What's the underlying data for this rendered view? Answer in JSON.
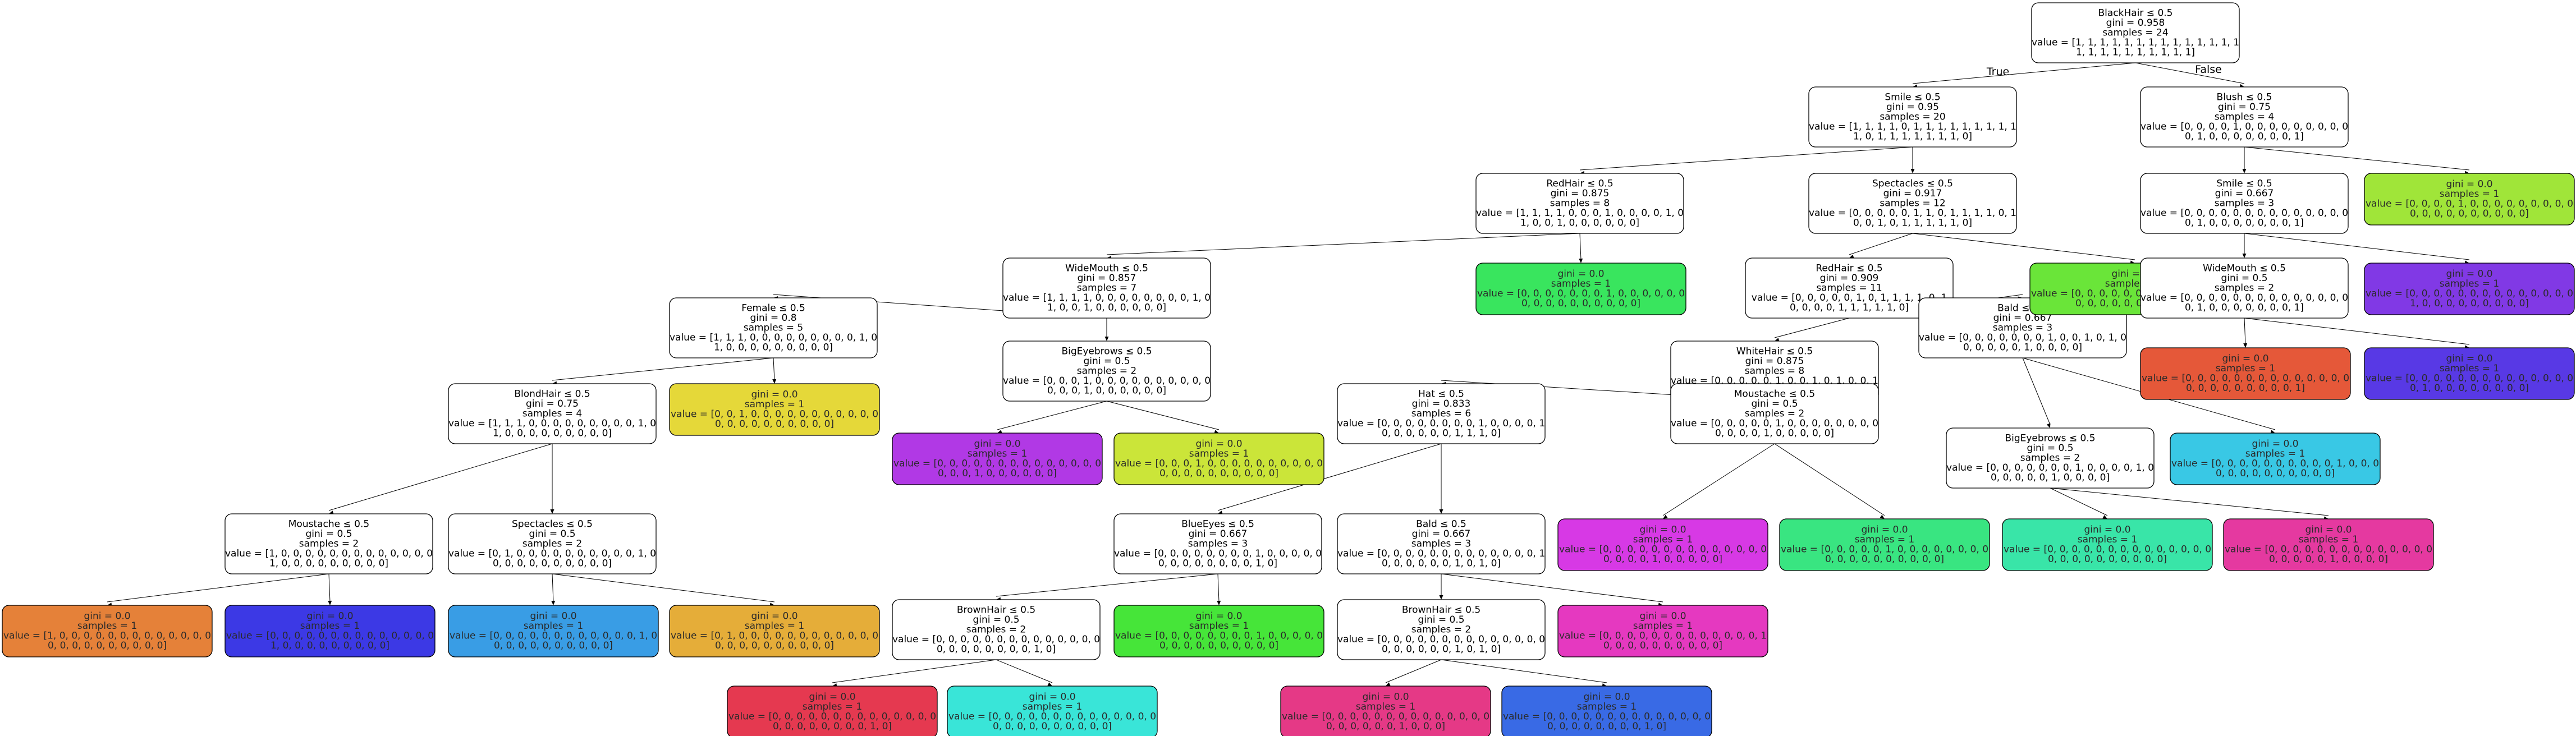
{
  "edge_labels": {
    "true_label": "True",
    "false_label": "False"
  },
  "nodes": [
    {
      "id": "n0",
      "parent": null,
      "leaf": false,
      "lines": [
        "BlackHair ≤ 0.5",
        "gini = 0.958",
        "samples = 24",
        "value = [1, 1, 1, 1, 1, 1, 1, 1, 1, 1, 1, 1, 1, 1",
        "1, 1, 1, 1, 1, 1, 1, 1, 1, 1]"
      ],
      "color": "#ffffff"
    },
    {
      "id": "n1",
      "parent": "n0",
      "leaf": false,
      "lines": [
        "Smile ≤ 0.5",
        "gini = 0.95",
        "samples = 20",
        "value = [1, 1, 1, 1, 0, 1, 1, 1, 1, 1, 1, 1, 1, 1",
        "1, 0, 1, 1, 1, 1, 1, 1, 1, 0]"
      ],
      "color": "#ffffff"
    },
    {
      "id": "n2",
      "parent": "n1",
      "leaf": false,
      "lines": [
        "RedHair ≤ 0.5",
        "gini = 0.875",
        "samples = 8",
        "value = [1, 1, 1, 1, 0, 0, 0, 1, 0, 0, 0, 0, 1, 0",
        "1, 0, 0, 1, 0, 0, 0, 0, 0, 0]"
      ],
      "color": "#ffffff"
    },
    {
      "id": "n3",
      "parent": "n2",
      "leaf": false,
      "lines": [
        "WideMouth ≤ 0.5",
        "gini = 0.857",
        "samples = 7",
        "value = [1, 1, 1, 1, 0, 0, 0, 0, 0, 0, 0, 0, 1, 0",
        "1, 0, 0, 1, 0, 0, 0, 0, 0, 0]"
      ],
      "color": "#ffffff"
    },
    {
      "id": "n4",
      "parent": "n3",
      "leaf": false,
      "lines": [
        "Female ≤ 0.5",
        "gini = 0.8",
        "samples = 5",
        "value = [1, 1, 1, 0, 0, 0, 0, 0, 0, 0, 0, 0, 1, 0",
        "1, 0, 0, 0, 0, 0, 0, 0, 0, 0]"
      ],
      "color": "#ffffff"
    },
    {
      "id": "n5",
      "parent": "n4",
      "leaf": false,
      "lines": [
        "BlondHair ≤ 0.5",
        "gini = 0.75",
        "samples = 4",
        "value = [1, 1, 1, 0, 0, 0, 0, 0, 0, 0, 0, 0, 1, 0",
        "1, 0, 0, 0, 0, 0, 0, 0, 0, 0]"
      ],
      "color": "#ffffff"
    },
    {
      "id": "n6",
      "parent": "n5",
      "leaf": false,
      "lines": [
        "Moustache ≤ 0.5",
        "gini = 0.5",
        "samples = 2",
        "value = [1, 0, 0, 0, 0, 0, 0, 0, 0, 0, 0, 0, 0, 0",
        "1, 0, 0, 0, 0, 0, 0, 0, 0, 0]"
      ],
      "color": "#ffffff"
    },
    {
      "id": "n7",
      "parent": "n6",
      "leaf": true,
      "lines": [
        "gini = 0.0",
        "samples = 1",
        "value = [1, 0, 0, 0, 0, 0, 0, 0, 0, 0, 0, 0, 0, 0",
        "0, 0, 0, 0, 0, 0, 0, 0, 0, 0]"
      ],
      "color": "#e58139"
    },
    {
      "id": "n8",
      "parent": "n6",
      "leaf": true,
      "lines": [
        "gini = 0.0",
        "samples = 1",
        "value = [0, 0, 0, 0, 0, 0, 0, 0, 0, 0, 0, 0, 0, 0",
        "1, 0, 0, 0, 0, 0, 0, 0, 0, 0]"
      ],
      "color": "#3c39e5"
    },
    {
      "id": "n9",
      "parent": "n5",
      "leaf": false,
      "lines": [
        "Spectacles ≤ 0.5",
        "gini = 0.5",
        "samples = 2",
        "value = [0, 1, 0, 0, 0, 0, 0, 0, 0, 0, 0, 0, 1, 0",
        "0, 0, 0, 0, 0, 0, 0, 0, 0, 0]"
      ],
      "color": "#ffffff"
    },
    {
      "id": "n10",
      "parent": "n9",
      "leaf": true,
      "lines": [
        "gini = 0.0",
        "samples = 1",
        "value = [0, 0, 0, 0, 0, 0, 0, 0, 0, 0, 0, 0, 1, 0",
        "0, 0, 0, 0, 0, 0, 0, 0, 0, 0]"
      ],
      "color": "#399de5"
    },
    {
      "id": "n11",
      "parent": "n9",
      "leaf": true,
      "lines": [
        "gini = 0.0",
        "samples = 1",
        "value = [0, 1, 0, 0, 0, 0, 0, 0, 0, 0, 0, 0, 0, 0",
        "0, 0, 0, 0, 0, 0, 0, 0, 0, 0]"
      ],
      "color": "#e5ad39"
    },
    {
      "id": "n12",
      "parent": "n4",
      "leaf": true,
      "lines": [
        "gini = 0.0",
        "samples = 1",
        "value = [0, 0, 1, 0, 0, 0, 0, 0, 0, 0, 0, 0, 0, 0",
        "0, 0, 0, 0, 0, 0, 0, 0, 0, 0]"
      ],
      "color": "#e5d839"
    },
    {
      "id": "n13",
      "parent": "n3",
      "leaf": false,
      "lines": [
        "BigEyebrows ≤ 0.5",
        "gini = 0.5",
        "samples = 2",
        "value = [0, 0, 0, 1, 0, 0, 0, 0, 0, 0, 0, 0, 0, 0",
        "0, 0, 0, 1, 0, 0, 0, 0, 0, 0]"
      ],
      "color": "#ffffff"
    },
    {
      "id": "n14",
      "parent": "n13",
      "leaf": true,
      "lines": [
        "gini = 0.0",
        "samples = 1",
        "value = [0, 0, 0, 0, 0, 0, 0, 0, 0, 0, 0, 0, 0, 0",
        "0, 0, 0, 1, 0, 0, 0, 0, 0, 0]"
      ],
      "color": "#b139e5"
    },
    {
      "id": "n15",
      "parent": "n13",
      "leaf": true,
      "lines": [
        "gini = 0.0",
        "samples = 1",
        "value = [0, 0, 0, 1, 0, 0, 0, 0, 0, 0, 0, 0, 0, 0",
        "0, 0, 0, 0, 0, 0, 0, 0, 0, 0]"
      ],
      "color": "#cbe539"
    },
    {
      "id": "n16",
      "parent": "n2",
      "leaf": true,
      "lines": [
        "gini = 0.0",
        "samples = 1",
        "value = [0, 0, 0, 0, 0, 0, 0, 1, 0, 0, 0, 0, 0, 0",
        "0, 0, 0, 0, 0, 0, 0, 0, 0, 0]"
      ],
      "color": "#39e55e"
    },
    {
      "id": "n17",
      "parent": "n1",
      "leaf": false,
      "lines": [
        "Spectacles ≤ 0.5",
        "gini = 0.917",
        "samples = 12",
        "value = [0, 0, 0, 0, 0, 1, 1, 0, 1, 1, 1, 1, 0, 1",
        "0, 0, 1, 0, 1, 1, 1, 1, 1, 0]"
      ],
      "color": "#ffffff"
    },
    {
      "id": "n18",
      "parent": "n17",
      "leaf": false,
      "lines": [
        "RedHair ≤ 0.5",
        "gini = 0.909",
        "samples = 11",
        "value = [0, 0, 0, 0, 0, 1, 0, 1, 1, 1, 1, 0, 1",
        "0, 0, 0, 0, 1, 1, 1, 1, 1, 0]"
      ],
      "color": "#ffffff"
    },
    {
      "id": "n19",
      "parent": "n18",
      "leaf": false,
      "lines": [
        "WhiteHair ≤ 0.5",
        "gini = 0.875",
        "samples = 8",
        "value = [0, 0, 0, 0, 0, 1, 0, 0, 1, 0, 1, 0, 0, 1",
        "0, 0, 0, 0, 1, 0, 1, 1, 1, 0]"
      ],
      "color": "#ffffff"
    },
    {
      "id": "n20",
      "parent": "n19",
      "leaf": false,
      "lines": [
        "Hat ≤ 0.5",
        "gini = 0.833",
        "samples = 6",
        "value = [0, 0, 0, 0, 0, 0, 0, 0, 1, 0, 0, 0, 0, 1",
        "0, 0, 0, 0, 0, 0, 1, 1, 1, 0]"
      ],
      "color": "#ffffff"
    },
    {
      "id": "n21",
      "parent": "n20",
      "leaf": false,
      "lines": [
        "BlueEyes ≤ 0.5",
        "gini = 0.667",
        "samples = 3",
        "value = [0, 0, 0, 0, 0, 0, 0, 0, 1, 0, 0, 0, 0, 0",
        "0, 0, 0, 0, 0, 0, 0, 0, 1, 0]"
      ],
      "color": "#ffffff"
    },
    {
      "id": "n22",
      "parent": "n21",
      "leaf": false,
      "lines": [
        "BrownHair ≤ 0.5",
        "gini = 0.5",
        "samples = 2",
        "value = [0, 0, 0, 0, 0, 0, 0, 0, 0, 0, 0, 0, 0, 0",
        "0, 0, 0, 0, 0, 0, 0, 0, 1, 0]"
      ],
      "color": "#ffffff"
    },
    {
      "id": "n23",
      "parent": "n22",
      "leaf": true,
      "lines": [
        "gini = 0.0",
        "samples = 1",
        "value = [0, 0, 0, 0, 0, 0, 0, 0, 0, 0, 0, 0, 0, 0",
        "0, 0, 0, 0, 0, 0, 0, 0, 1, 0]"
      ],
      "color": "#e53950"
    },
    {
      "id": "n24",
      "parent": "n22",
      "leaf": true,
      "lines": [
        "gini = 0.0",
        "samples = 1",
        "value = [0, 0, 0, 0, 0, 0, 0, 0, 0, 0, 0, 0, 0, 0",
        "0, 0, 0, 0, 0, 0, 0, 0, 0, 0]"
      ],
      "color": "#39e5d8"
    },
    {
      "id": "n25",
      "parent": "n21",
      "leaf": true,
      "lines": [
        "gini = 0.0",
        "samples = 1",
        "value = [0, 0, 0, 0, 0, 0, 0, 0, 1, 0, 0, 0, 0, 0",
        "0, 0, 0, 0, 0, 0, 0, 0, 0, 0]"
      ],
      "color": "#46e539"
    },
    {
      "id": "n26",
      "parent": "n20",
      "leaf": false,
      "lines": [
        "Bald ≤ 0.5",
        "gini = 0.667",
        "samples = 3",
        "value = [0, 0, 0, 0, 0, 0, 0, 0, 0, 0, 0, 0, 0, 1",
        "0, 0, 0, 0, 0, 0, 1, 0, 1, 0]"
      ],
      "color": "#ffffff"
    },
    {
      "id": "n27",
      "parent": "n26",
      "leaf": false,
      "lines": [
        "BrownHair ≤ 0.5",
        "gini = 0.5",
        "samples = 2",
        "value = [0, 0, 0, 0, 0, 0, 0, 0, 0, 0, 0, 0, 0, 0",
        "0, 0, 0, 0, 0, 0, 1, 0, 1, 0]"
      ],
      "color": "#ffffff"
    },
    {
      "id": "n28",
      "parent": "n27",
      "leaf": true,
      "lines": [
        "gini = 0.0",
        "samples = 1",
        "value = [0, 0, 0, 0, 0, 0, 0, 0, 0, 0, 0, 0, 0, 0",
        "0, 0, 0, 0, 0, 0, 1, 0, 0, 0]"
      ],
      "color": "#e53986"
    },
    {
      "id": "n29",
      "parent": "n27",
      "leaf": true,
      "lines": [
        "gini = 0.0",
        "samples = 1",
        "value = [0, 0, 0, 0, 0, 0, 0, 0, 0, 0, 0, 0, 0, 0",
        "0, 0, 0, 0, 0, 0, 0, 0, 1, 0]"
      ],
      "color": "#396ae5"
    },
    {
      "id": "n30",
      "parent": "n26",
      "leaf": true,
      "lines": [
        "gini = 0.0",
        "samples = 1",
        "value = [0, 0, 0, 0, 0, 0, 0, 0, 0, 0, 0, 0, 0, 1",
        "0, 0, 0, 0, 0, 0, 0, 0, 0, 0]"
      ],
      "color": "#e539c0"
    },
    {
      "id": "n31",
      "parent": "n19",
      "leaf": false,
      "lines": [
        "Moustache ≤ 0.5",
        "gini = 0.5",
        "samples = 2",
        "value = [0, 0, 0, 0, 0, 1, 0, 0, 0, 0, 0, 0, 0, 0",
        "0, 0, 0, 0, 1, 0, 0, 0, 0, 0]"
      ],
      "color": "#ffffff"
    },
    {
      "id": "n32",
      "parent": "n31",
      "leaf": true,
      "lines": [
        "gini = 0.0",
        "samples = 1",
        "value = [0, 0, 0, 0, 0, 0, 0, 0, 0, 0, 0, 0, 0, 0",
        "0, 0, 0, 0, 1, 0, 0, 0, 0, 0]"
      ],
      "color": "#d739e5"
    },
    {
      "id": "n33",
      "parent": "n31",
      "leaf": true,
      "lines": [
        "gini = 0.0",
        "samples = 1",
        "value = [0, 0, 0, 0, 0, 1, 0, 0, 0, 0, 0, 0, 0, 0",
        "0, 0, 0, 0, 0, 0, 0, 0, 0, 0]"
      ],
      "color": "#39e581"
    },
    {
      "id": "n34",
      "parent": "n18",
      "leaf": false,
      "lines": [
        "Bald ≤ 0.5",
        "gini = 0.667",
        "samples = 3",
        "value = [0, 0, 0, 0, 0, 0, 0, 1, 0, 0, 1, 0, 1, 0",
        "0, 0, 0, 0, 0, 1, 0, 0, 0, 0]"
      ],
      "color": "#ffffff"
    },
    {
      "id": "n35",
      "parent": "n34",
      "leaf": false,
      "lines": [
        "BigEyebrows ≤ 0.5",
        "gini = 0.5",
        "samples = 2",
        "value = [0, 0, 0, 0, 0, 0, 0, 1, 0, 0, 0, 0, 1, 0",
        "0, 0, 0, 0, 0, 1, 0, 0, 0, 0]"
      ],
      "color": "#ffffff"
    },
    {
      "id": "n36",
      "parent": "n35",
      "leaf": true,
      "lines": [
        "gini = 0.0",
        "samples = 1",
        "value = [0, 0, 0, 0, 0, 0, 0, 0, 0, 0, 0, 0, 0, 0",
        "0, 0, 0, 0, 0, 0, 0, 0, 0, 0]"
      ],
      "color": "#39e5a8"
    },
    {
      "id": "n37",
      "parent": "n35",
      "leaf": true,
      "lines": [
        "gini = 0.0",
        "samples = 1",
        "value = [0, 0, 0, 0, 0, 0, 0, 0, 0, 0, 0, 0, 0, 0",
        "0, 0, 0, 0, 0, 1, 0, 0, 0, 0]"
      ],
      "color": "#e539a0"
    },
    {
      "id": "n38",
      "parent": "n34",
      "leaf": true,
      "lines": [
        "gini = 0.0",
        "samples = 1",
        "value = [0, 0, 0, 0, 0, 0, 0, 0, 0, 0, 1, 0, 0, 0",
        "0, 0, 0, 0, 0, 0, 0, 0, 0, 0]"
      ],
      "color": "#39c8e5"
    },
    {
      "id": "n39",
      "parent": "n17",
      "leaf": true,
      "lines": [
        "gini = 0.0",
        "samples = 1",
        "value = [0, 0, 0, 0, 0, 0, 1, 0, 0, 0, 0, 0, 0, 0",
        "0, 0, 0, 0, 0, 0, 0, 0, 0, 0]"
      ],
      "color": "#6ae539"
    },
    {
      "id": "n40",
      "parent": "n0",
      "leaf": false,
      "lines": [
        "Blush ≤ 0.5",
        "gini = 0.75",
        "samples = 4",
        "value = [0, 0, 0, 0, 1, 0, 0, 0, 0, 0, 0, 0, 0, 0",
        "0, 1, 0, 0, 0, 0, 0, 0, 0, 1]"
      ],
      "color": "#ffffff"
    },
    {
      "id": "n41",
      "parent": "n40",
      "leaf": false,
      "lines": [
        "Smile ≤ 0.5",
        "gini = 0.667",
        "samples = 3",
        "value = [0, 0, 0, 0, 0, 0, 0, 0, 0, 0, 0, 0, 0, 0",
        "0, 1, 0, 0, 0, 0, 0, 0, 0, 1]"
      ],
      "color": "#ffffff"
    },
    {
      "id": "n42",
      "parent": "n41",
      "leaf": false,
      "lines": [
        "WideMouth ≤ 0.5",
        "gini = 0.5",
        "samples = 2",
        "value = [0, 0, 0, 0, 0, 0, 0, 0, 0, 0, 0, 0, 0, 0",
        "0, 1, 0, 0, 0, 0, 0, 0, 0, 1]"
      ],
      "color": "#ffffff"
    },
    {
      "id": "n43",
      "parent": "n42",
      "leaf": true,
      "lines": [
        "gini = 0.0",
        "samples = 1",
        "value = [0, 0, 0, 0, 0, 0, 0, 0, 0, 0, 0, 0, 0, 0",
        "0, 0, 0, 0, 0, 0, 0, 0, 0, 1]"
      ],
      "color": "#e55839"
    },
    {
      "id": "n44",
      "parent": "n42",
      "leaf": true,
      "lines": [
        "gini = 0.0",
        "samples = 1",
        "value = [0, 0, 0, 0, 0, 0, 0, 0, 0, 0, 0, 0, 0, 0",
        "0, 1, 0, 0, 0, 0, 0, 0, 0, 0]"
      ],
      "color": "#5839e5"
    },
    {
      "id": "n45",
      "parent": "n41",
      "leaf": true,
      "lines": [
        "gini = 0.0",
        "samples = 1",
        "value = [0, 0, 0, 0, 0, 0, 0, 0, 0, 0, 0, 0, 0, 0",
        "1, 0, 0, 0, 0, 0, 0, 0, 0, 0]"
      ],
      "color": "#8139e5"
    },
    {
      "id": "n46",
      "parent": "n40",
      "leaf": true,
      "lines": [
        "gini = 0.0",
        "samples = 1",
        "value = [0, 0, 0, 0, 1, 0, 0, 0, 0, 0, 0, 0, 0, 0",
        "0, 0, 0, 0, 0, 0, 0, 0, 0, 0]"
      ],
      "color": "#a0e539"
    }
  ]
}
